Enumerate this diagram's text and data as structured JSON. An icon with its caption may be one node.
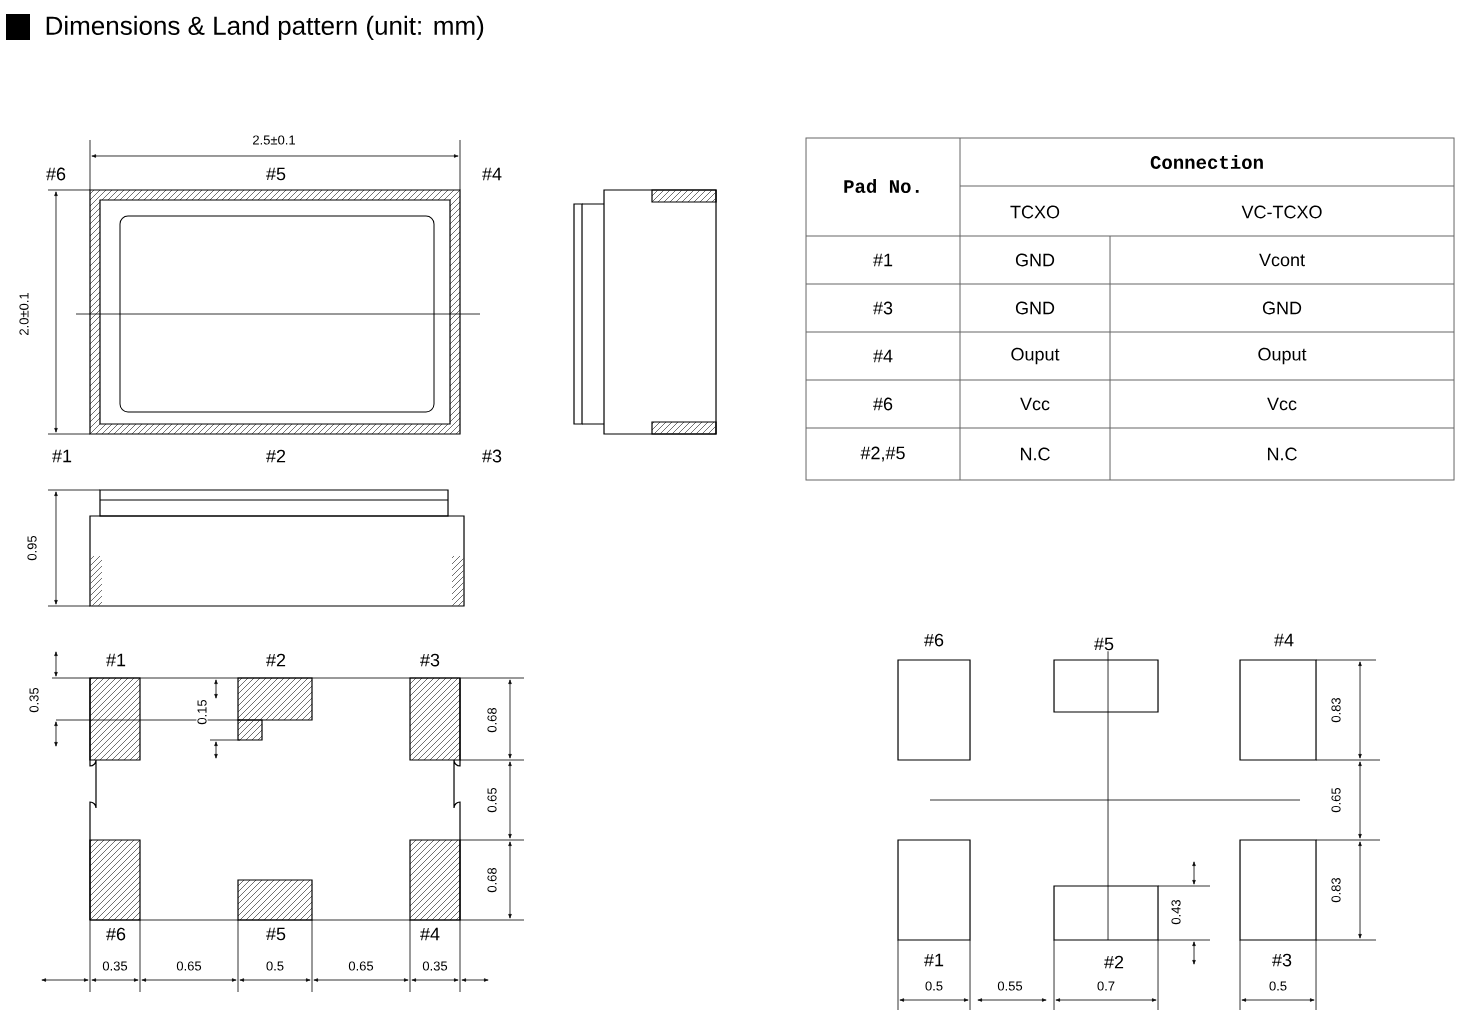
{
  "diagram": {
    "title": "Dimensions & Land pattern (unit: mm)",
    "labels": [
      "2.5±0.1",
      "#6",
      "#5",
      "#4",
      "2.0±0.1",
      "#1",
      "#2",
      "#3",
      "0.95",
      "#1",
      "#2",
      "#3",
      "0.35",
      "0.15",
      "0.68",
      "0.65",
      "0.68",
      "#6",
      "#5",
      "#4",
      "0.35",
      "0.65",
      "0.5",
      "0.65",
      "0.35",
      "Pad No.",
      "Connection",
      "TCXO",
      "VC-TCXO",
      "#1",
      "GND",
      "Vcont",
      "#3",
      "GND",
      "GND",
      "#4",
      "Ouput",
      "Ouput",
      "#6",
      "Vcc",
      "Vcc",
      "#2,#5",
      "N.C",
      "N.C",
      "#6",
      "#5",
      "#4",
      "0.83",
      "0.65",
      "0.83",
      "0.43",
      "#1",
      "#2",
      "#3",
      "0.5",
      "0.55",
      "0.7",
      "0.5"
    ]
  }
}
